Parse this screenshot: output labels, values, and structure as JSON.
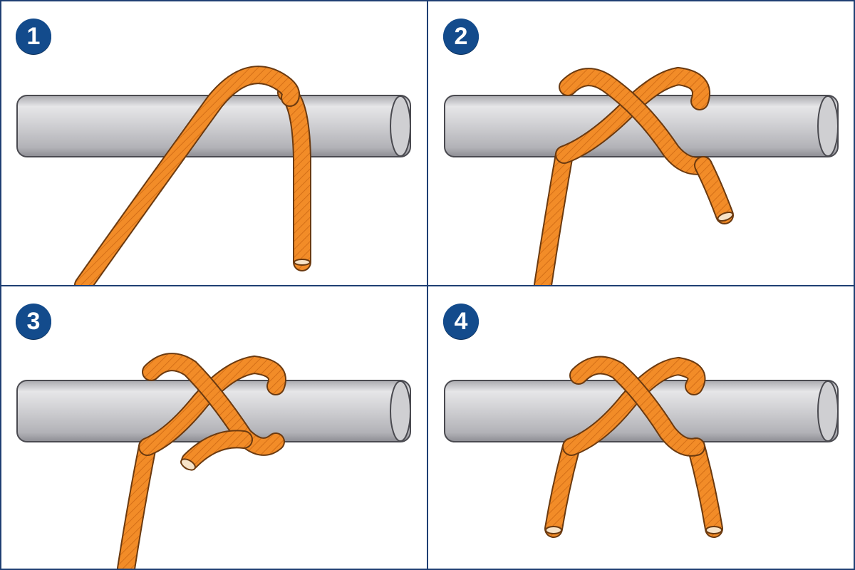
{
  "steps": [
    {
      "number": "1"
    },
    {
      "number": "2"
    },
    {
      "number": "3"
    },
    {
      "number": "4"
    }
  ],
  "colors": {
    "border": "#1f3f73",
    "badge": "#134b8c",
    "rope": "#f28c28",
    "rope_dark": "#c8631a",
    "pipe_light": "#e8e8ea",
    "pipe_dark": "#9c9ca2"
  },
  "icons": {
    "step_badge": "numbered-circle-icon",
    "pipe": "horizontal-pipe-icon",
    "rope": "orange-rope-icon"
  }
}
